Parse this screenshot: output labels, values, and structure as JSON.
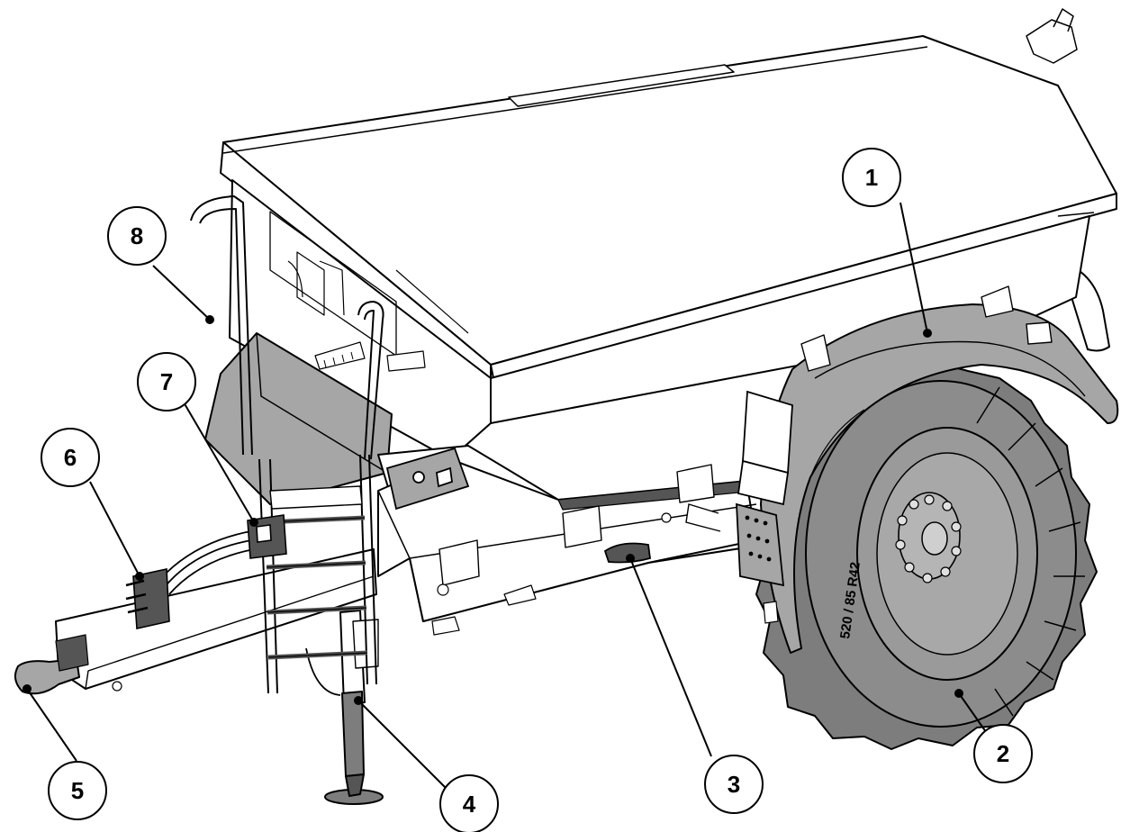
{
  "figure": {
    "tire_marking": "520 / 85 R42",
    "callouts": [
      {
        "number": "1"
      },
      {
        "number": "2"
      },
      {
        "number": "3"
      },
      {
        "number": "4"
      },
      {
        "number": "5"
      },
      {
        "number": "6"
      },
      {
        "number": "7"
      },
      {
        "number": "8"
      }
    ]
  },
  "colors": {
    "line": "#000000",
    "body": "#ffffff",
    "fender_gray": "#a6a6a6",
    "tire_gray": "#7d7d7d",
    "rim_gray": "#9a9a9a",
    "dark_gray": "#555555"
  }
}
